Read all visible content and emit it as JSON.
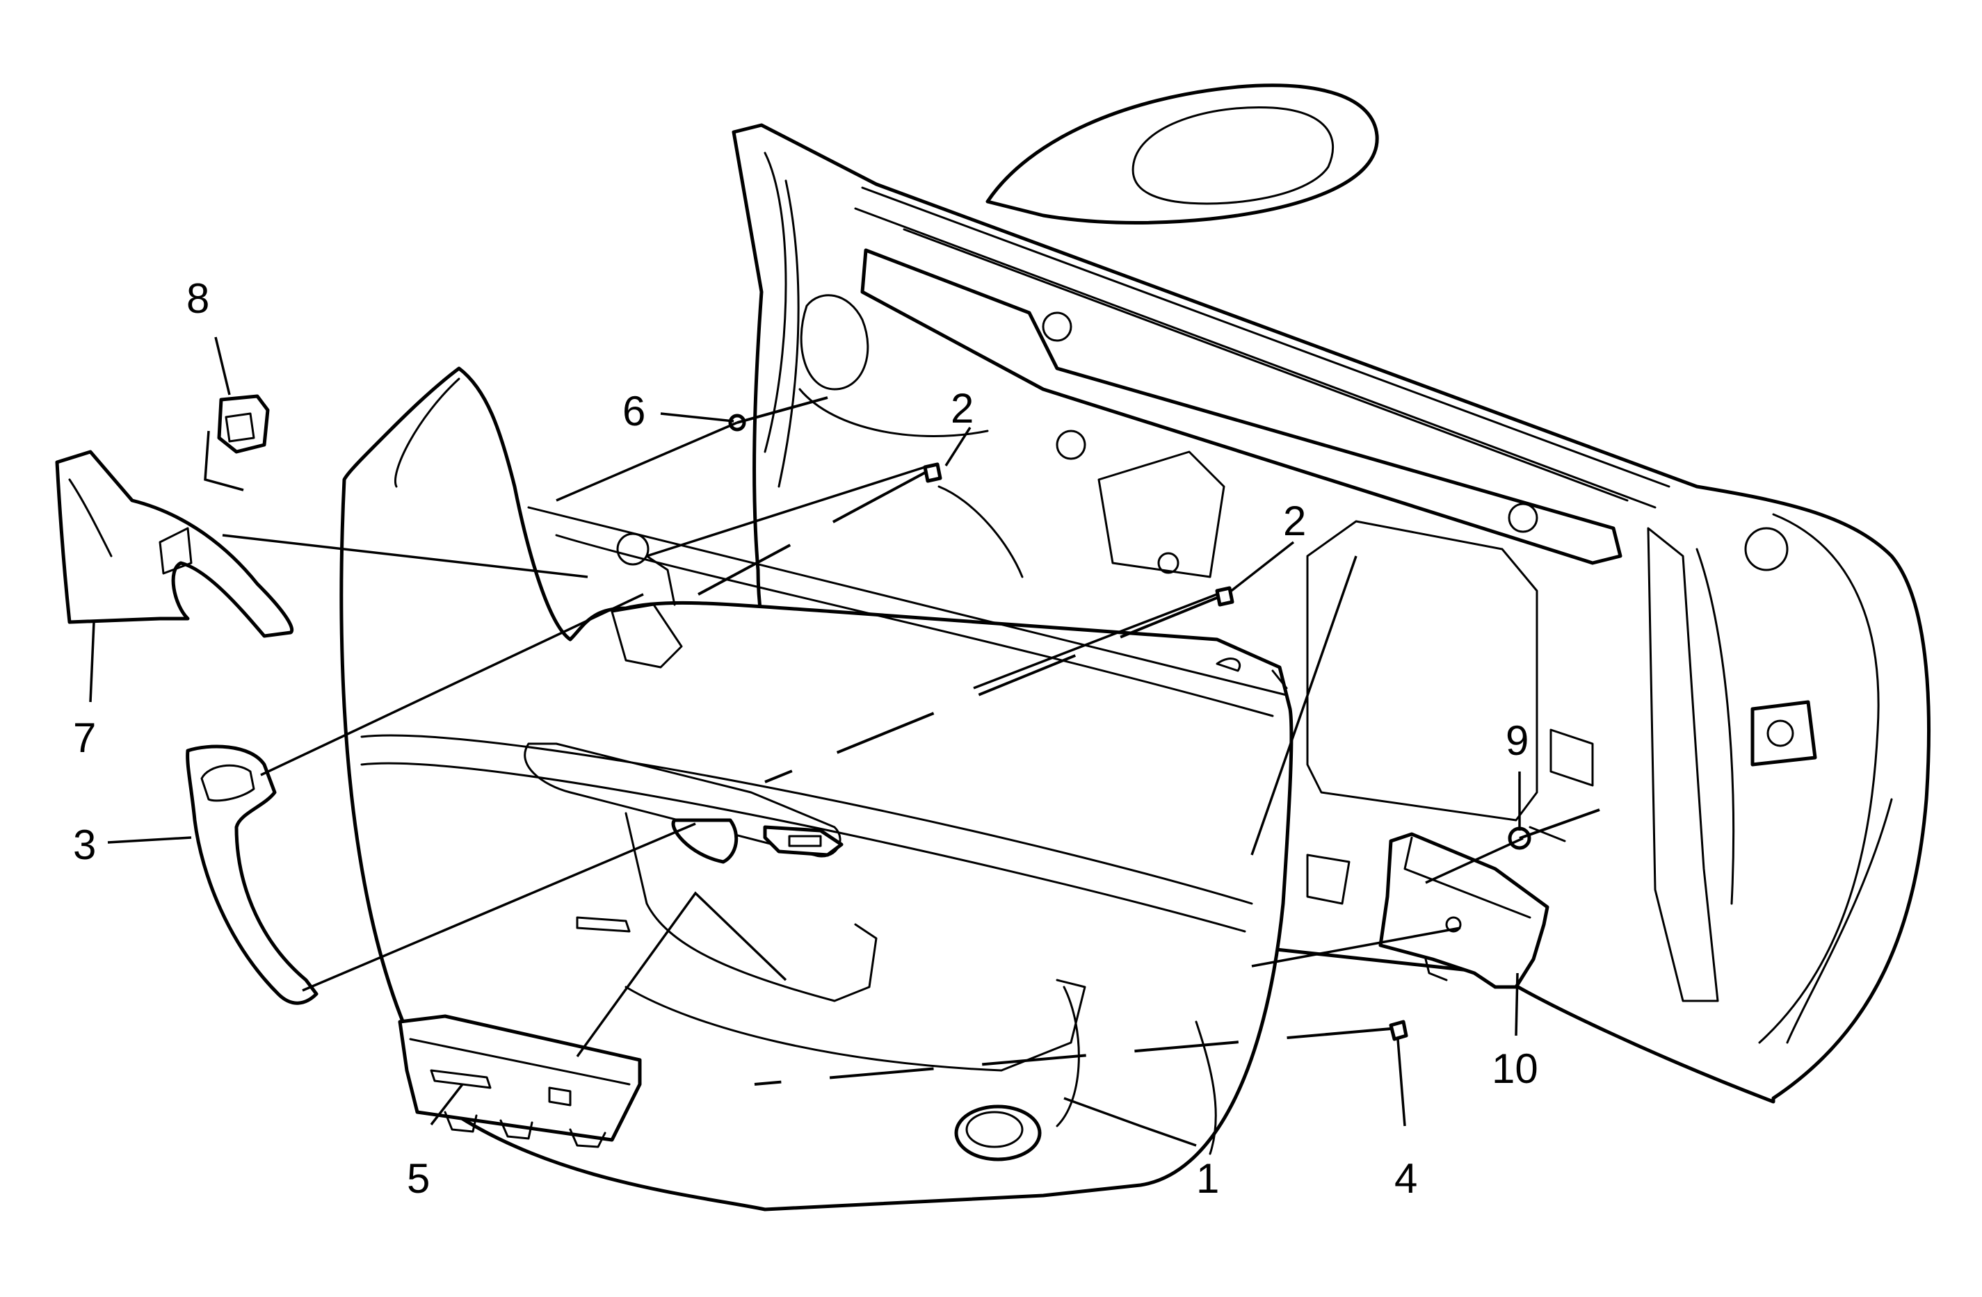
{
  "diagram": {
    "type": "exploded-parts-view",
    "callouts": [
      {
        "id": "c1",
        "label": "1"
      },
      {
        "id": "c2a",
        "label": "2"
      },
      {
        "id": "c2b",
        "label": "2"
      },
      {
        "id": "c3",
        "label": "3"
      },
      {
        "id": "c4",
        "label": "4"
      },
      {
        "id": "c5",
        "label": "5"
      },
      {
        "id": "c6",
        "label": "6"
      },
      {
        "id": "c7",
        "label": "7"
      },
      {
        "id": "c8",
        "label": "8"
      },
      {
        "id": "c9",
        "label": "9"
      },
      {
        "id": "c10",
        "label": "10"
      }
    ]
  }
}
